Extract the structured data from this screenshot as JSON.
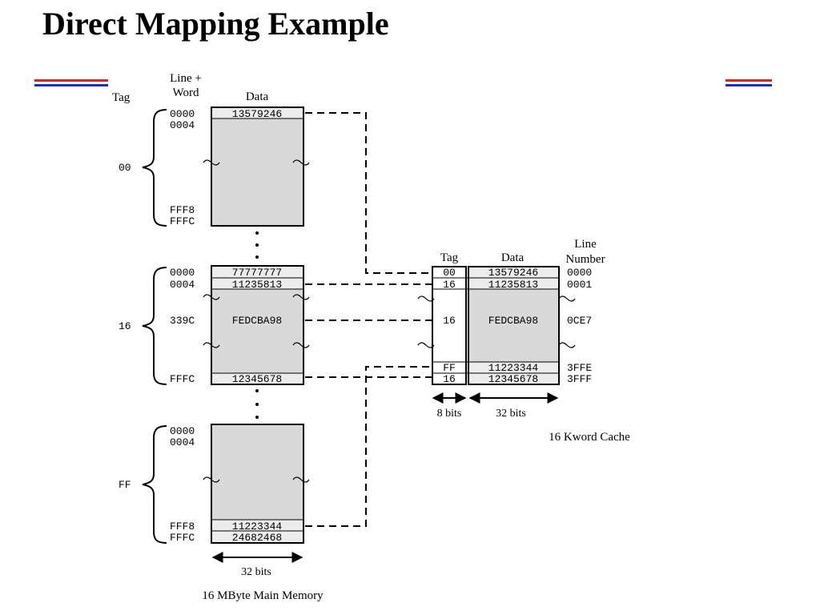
{
  "slide": {
    "title": "Direct Mapping Example",
    "accent_colors": [
      "#e02020",
      "#1830c0"
    ]
  },
  "main_memory": {
    "header_tag": "Tag",
    "header_line_word_1": "Line +",
    "header_line_word_2": "Word",
    "header_data": "Data",
    "width_label": "32 bits",
    "caption": "16 MByte Main Memory",
    "blocks": [
      {
        "tag": "00",
        "address_top_1": "0000",
        "address_top_2": "0004",
        "address_bottom_1": "FFF8",
        "address_bottom_2": "FFFC",
        "data_top": "13579246"
      },
      {
        "tag": "16",
        "address_top_1": "0000",
        "address_top_2": "0004",
        "address_mid": "339C",
        "address_bottom": "FFFC",
        "data_top_1": "77777777",
        "data_top_2": "11235813",
        "data_mid": "FEDCBA98",
        "data_bottom": "12345678"
      },
      {
        "tag": "FF",
        "address_top_1": "0000",
        "address_top_2": "0004",
        "address_bottom_1": "FFF8",
        "address_bottom_2": "FFFC",
        "data_bottom_1": "11223344",
        "data_bottom_2": "24682468"
      }
    ]
  },
  "cache": {
    "header_tag": "Tag",
    "header_data": "Data",
    "header_line_1": "Line",
    "header_line_2": "Number",
    "tag_width_label": "8 bits",
    "data_width_label": "32 bits",
    "caption": "16 Kword Cache",
    "rows": [
      {
        "tag": "00",
        "data": "13579246",
        "line": "0000"
      },
      {
        "tag": "16",
        "data": "11235813",
        "line": "0001"
      },
      {
        "tag": "16",
        "data": "FEDCBA98",
        "line": "0CE7"
      },
      {
        "tag": "FF",
        "data": "11223344",
        "line": "3FFE"
      },
      {
        "tag": "16",
        "data": "12345678",
        "line": "3FFF"
      }
    ]
  }
}
